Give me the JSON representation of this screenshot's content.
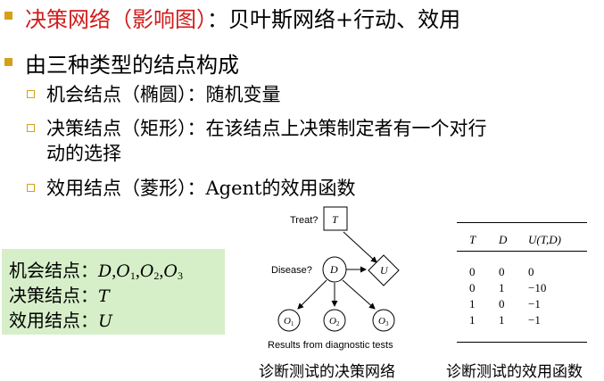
{
  "bullets": {
    "b1": {
      "term": "决策网络",
      "paren": "（影响图）",
      "rest": "：贝叶斯网络+行动、效用"
    },
    "b2": "由三种类型的结点构成",
    "sub1": "机会结点（椭圆）：随机变量",
    "sub2_line1": "决策结点（矩形）：在该结点上决策制定者有一个对行",
    "sub2_line2": "动的选择",
    "sub3": "效用结点（菱形）：Agent的效用函数"
  },
  "green_box": {
    "chance_label": "机会结点：",
    "decision_label": "决策结点：",
    "utility_label": "效用结点：",
    "chance_vars": [
      "D",
      "O",
      "O",
      "O"
    ],
    "chance_subs": [
      "1",
      "2",
      "3"
    ],
    "decision_var": "T",
    "utility_var": "U"
  },
  "diagram": {
    "treat_label": "Treat?",
    "treat_node": "T",
    "disease_label": "Disease?",
    "disease_node": "D",
    "utility_node": "U",
    "test_nodes": [
      "O",
      "O",
      "O"
    ],
    "test_subs": [
      "1",
      "2",
      "3"
    ],
    "results_label": "Results from diagnostic tests",
    "caption": "诊断测试的决策网络"
  },
  "utility_table": {
    "headers": [
      "T",
      "D",
      "U(T,D)"
    ],
    "rows": [
      [
        "0",
        "0",
        "0"
      ],
      [
        "0",
        "1",
        "−10"
      ],
      [
        "1",
        "0",
        "−1"
      ],
      [
        "1",
        "1",
        "−1"
      ]
    ],
    "caption": "诊断测试的效用函数"
  },
  "colors": {
    "accent_red": "#d21a1a",
    "bullet_gold": "#d4a017",
    "box_green": "#d6efc9"
  }
}
